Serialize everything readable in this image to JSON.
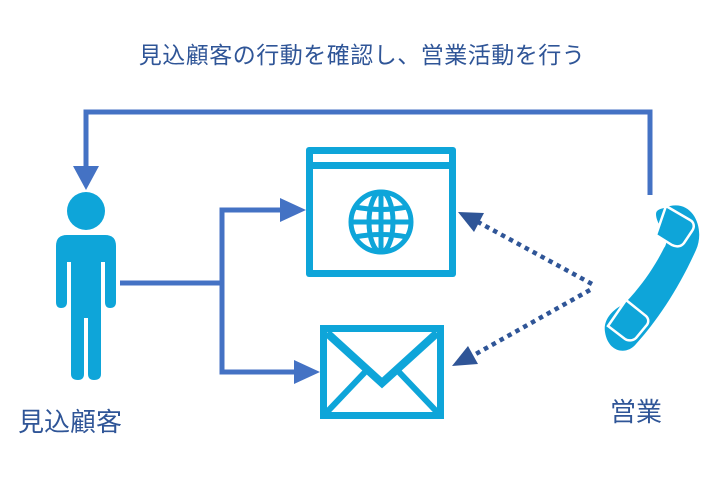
{
  "title": "見込顧客の行動を確認し、営業活動を行う",
  "labels": {
    "prospect": "見込顧客",
    "sales": "営業"
  },
  "colors": {
    "text": "#2f5597",
    "arrow": "#4472c4",
    "icon": "#0ea5d9",
    "background": "#ffffff"
  },
  "icons": {
    "prospect": "person-icon",
    "website": "browser-globe-icon",
    "email": "envelope-icon",
    "sales": "telephone-handset-icon"
  }
}
